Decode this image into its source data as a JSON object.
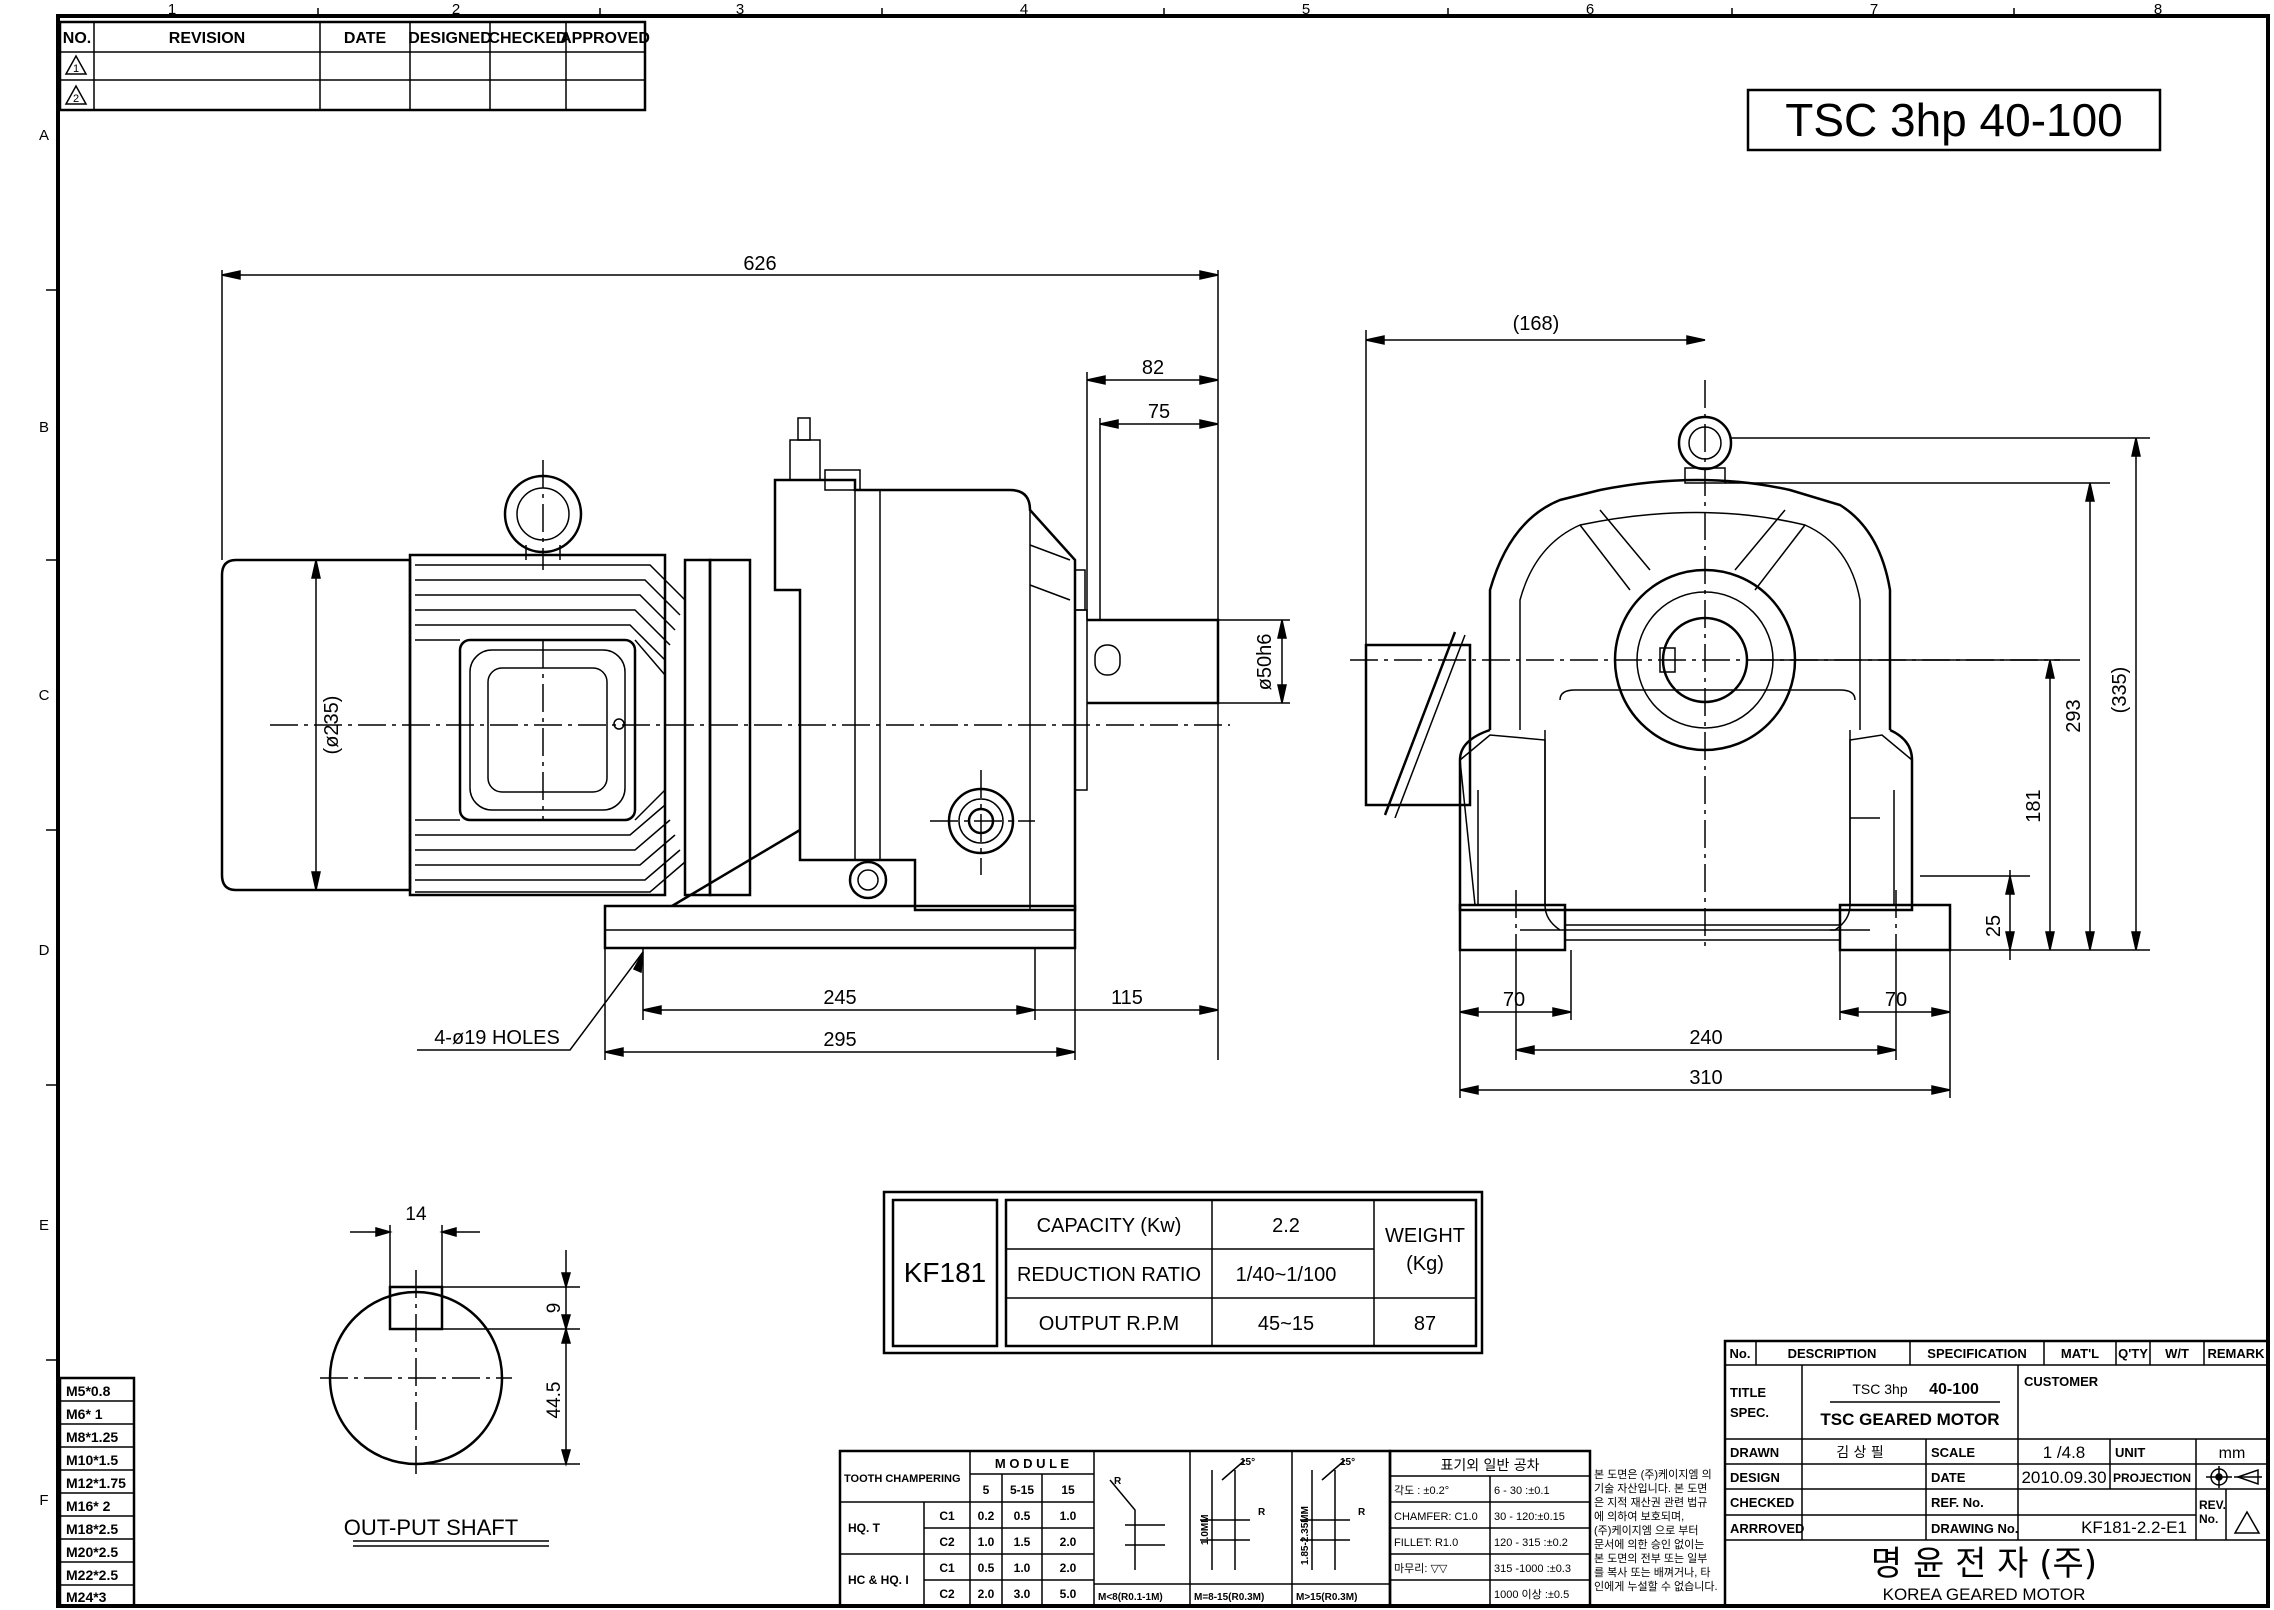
{
  "title_box": "TSC 3hp 40-100",
  "zones": {
    "columns": [
      "1",
      "2",
      "3",
      "4",
      "5",
      "6",
      "7",
      "8"
    ],
    "rows": [
      "A",
      "B",
      "C",
      "D",
      "E",
      "F"
    ]
  },
  "revision_table": {
    "headers": [
      "NO.",
      "REVISION",
      "DATE",
      "DESIGNED",
      "CHECKED",
      "APPROVED"
    ],
    "rows": [
      "1",
      "2"
    ]
  },
  "dimensions": {
    "side": {
      "overall_length": "626",
      "shaft_82": "82",
      "shaft_75": "75",
      "motor_dia": "(ø235)",
      "shaft_dia": "ø50h6",
      "base_245": "245",
      "base_115": "115",
      "base_295": "295",
      "holes": "4-ø19 HOLES"
    },
    "front": {
      "offset_168": "(168)",
      "height_335": "(335)",
      "height_293": "293",
      "height_181": "181",
      "height_25": "25",
      "foot_70_left": "70",
      "foot_70_right": "70",
      "width_240": "240",
      "width_310": "310"
    },
    "shaft": {
      "key_width": "14",
      "key_depth": "9",
      "shaft_height": "44.5",
      "caption": "OUT-PUT SHAFT"
    }
  },
  "spec_table": {
    "model": "KF181",
    "rows": [
      {
        "label": "CAPACITY (Kw)",
        "value": "2.2"
      },
      {
        "label": "REDUCTION RATIO",
        "value": "1/40~1/100"
      },
      {
        "label": "OUTPUT R.P.M",
        "value": "45~15"
      }
    ],
    "weight_header_1": "WEIGHT",
    "weight_header_2": "(Kg)",
    "weight_value": "87"
  },
  "thread_table": [
    "M5*0.8",
    "M6* 1",
    "M8*1.25",
    "M10*1.5",
    "M12*1.75",
    "M16* 2",
    "M18*2.5",
    "M20*2.5",
    "M22*2.5",
    "M24*3"
  ],
  "tooth_table": {
    "title": "TOOTH CHAMPERING",
    "module_header": "M O D U L E",
    "module_cols": [
      "5",
      "5-15",
      "15"
    ],
    "group1": "HQ. T",
    "group2": "HC & HQ. I",
    "rows": [
      {
        "c": "C1",
        "v": [
          "0.2",
          "0.5",
          "1.0"
        ]
      },
      {
        "c": "C2",
        "v": [
          "1.0",
          "1.5",
          "2.0"
        ]
      },
      {
        "c": "C1",
        "v": [
          "0.5",
          "1.0",
          "2.0"
        ]
      },
      {
        "c": "C2",
        "v": [
          "2.0",
          "3.0",
          "5.0"
        ]
      }
    ],
    "sketch_labels": [
      "M<8(R0.1-1M)",
      "M=8-15(R0.3M)",
      "M>15(R0.3M)"
    ],
    "sketch_dims": [
      "1.0MM",
      "1.85-2.35MM",
      "15°",
      "15°",
      "R",
      "R",
      "R"
    ]
  },
  "tolerance_table": {
    "title": "표기외 일반 공차",
    "left": [
      "각도 : ±0.2°",
      "CHAMFER: C1.0",
      "FILLET: R1.0",
      "마무리: ▽▽"
    ],
    "right": [
      "6 - 30 :±0.1",
      "30 - 120:±0.15",
      "120 - 315 :±0.2",
      "315 -1000 :±0.3",
      "1000 이상 :±0.5"
    ]
  },
  "legal_note": [
    "본 도면은 (주)케이지엠 의",
    "기술 자산입니다. 본 도면",
    "은 지적 재산권 관련 법규",
    "에 의하여 보호되며,",
    "(주)케이지엠 으로 부터",
    "문서에 의한 승인 없이는",
    "본 도면의 전부 또는 일부",
    "를 복사 또는 배껴거나, 타",
    "인에게 누설할 수 없습니다."
  ],
  "title_block": {
    "headers": [
      "No.",
      "DESCRIPTION",
      "SPECIFICATION",
      "MAT'L",
      "Q'TY",
      "W/T",
      "REMARK"
    ],
    "title_label": "TITLE",
    "spec_label": "SPEC.",
    "title_small": "TSC 3hp",
    "title_big": "40-100",
    "title_desc": "TSC GEARED MOTOR",
    "customer_label": "CUSTOMER",
    "drawn_label": "DRAWN",
    "drawn_value": "김 상 필",
    "scale_label": "SCALE",
    "scale_value": "1 /4.8",
    "unit_label": "UNIT",
    "unit_value": "mm",
    "design_label": "DESIGN",
    "date_label": "DATE",
    "date_value": "2010.09.30",
    "projection_label": "PROJECTION",
    "checked_label": "CHECKED",
    "ref_label": "REF. No.",
    "rev_label_1": "REV.",
    "rev_label_2": "No.",
    "approved_label": "ARRROVED",
    "drawing_label": "DRAWING No.",
    "drawing_value": "KF181-2.2-E1",
    "company_kr": "명 윤 전 자 (주)",
    "company_en": "KOREA   GEARED   MOTOR"
  }
}
